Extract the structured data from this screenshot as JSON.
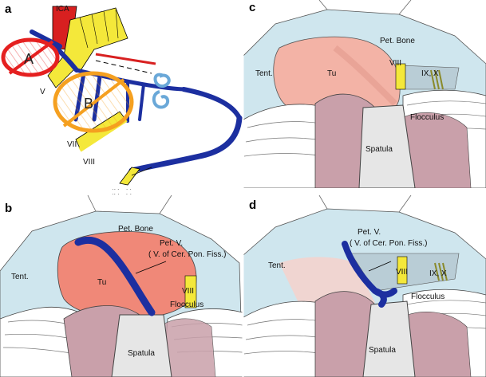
{
  "panels": {
    "a": {
      "letter": "a",
      "labels": {
        "ica": "ICA",
        "zone_a": "A",
        "zone_b": "B",
        "v": "V",
        "vii": "VII",
        "viii": "VIII",
        "ix": "IX",
        "x": "X"
      }
    },
    "b": {
      "letter": "b",
      "labels": {
        "pet_bone": "Pet. Bone",
        "pet_v_1": "Pet. V.",
        "pet_v_2": "( V. of Cer. Pon. Fiss.)",
        "tu": "Tu",
        "tent": "Tent.",
        "viii": "VIII",
        "flocculus": "Flocculus",
        "spatula": "Spatula"
      }
    },
    "c": {
      "letter": "c",
      "labels": {
        "pet_bone": "Pet. Bone",
        "tent": "Tent.",
        "tu": "Tu",
        "viii": "VIII",
        "ix_x": "IX, X",
        "flocculus": "Flocculus",
        "spatula": "Spatula"
      }
    },
    "d": {
      "letter": "d",
      "labels": {
        "pet_v_1": "Pet. V.",
        "pet_v_2": "( V. of Cer. Pon. Fiss.)",
        "tent": "Tent.",
        "viii": "VIII",
        "ix_x": "IX, X",
        "flocculus": "Flocculus",
        "spatula": "Spatula"
      }
    }
  },
  "colors": {
    "tentorium": "#cfe6ee",
    "tumor_b": "#f08878",
    "tumor_c": "#f3b3a6",
    "cerebellum": "#c9a0aa",
    "vein": "#1c2fa0",
    "nerve": "#f4e83a",
    "zone_a_ring": "#e52020",
    "zone_b_ring": "#f5a020",
    "artery": "#d82020"
  }
}
